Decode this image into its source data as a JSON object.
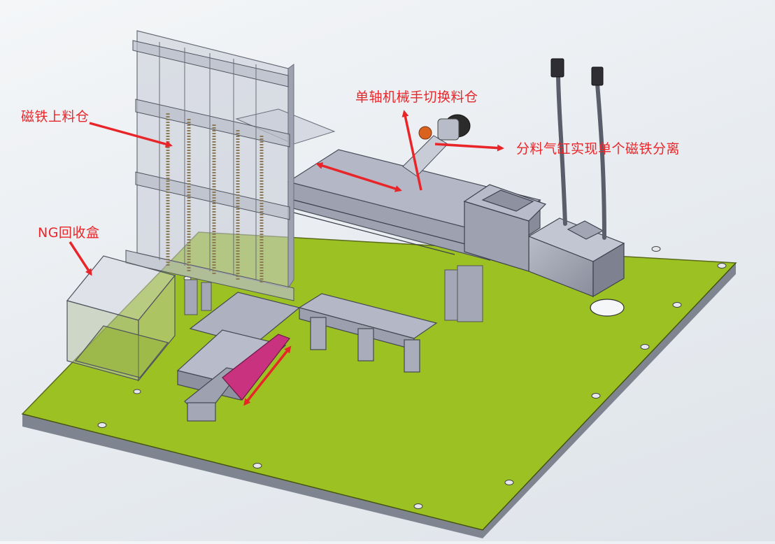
{
  "labels": {
    "magnet_loading_bin": "磁铁上料仓",
    "single_axis_robot_switch_bin": "单轴机械手切换料仓",
    "separation_cylinder": "分料气缸实现单个磁铁分离",
    "ng_recycle_box": "NG回收盒"
  },
  "colors": {
    "base_plate": "#9cc122",
    "annotation": "#e8262a",
    "machine_gray": "#a9adbb",
    "machine_dark": "#8c90a0",
    "transparent_panel": "#c6cad6",
    "magenta_part": "#c8327f",
    "motor_dark": "#2b2b2b",
    "orange_fitting": "#d9621e"
  }
}
